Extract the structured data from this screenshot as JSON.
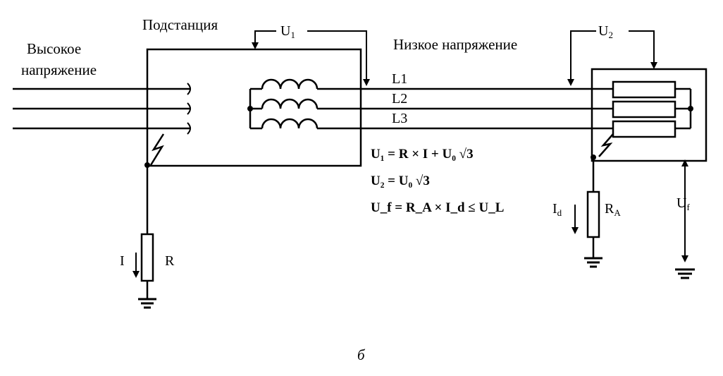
{
  "labels": {
    "high_voltage_line1": "Высокое",
    "high_voltage_line2": "напряжение",
    "substation": "Подстанция",
    "low_voltage": "Низкое напряжение",
    "L1": "L1",
    "L2": "L2",
    "L3": "L3",
    "U": "U",
    "sub_1": "1",
    "sub_2": "2",
    "sub_f": "f",
    "sub_d": "d",
    "sub_A": "A",
    "I": "I",
    "R": "R",
    "caption": "б"
  },
  "equations": {
    "eq1": "U₁ = R × I + U₀ √3",
    "eq2": "U₂ = U₀ √3",
    "eq3": "U_f = R_A × I_d ≤ U_L"
  }
}
